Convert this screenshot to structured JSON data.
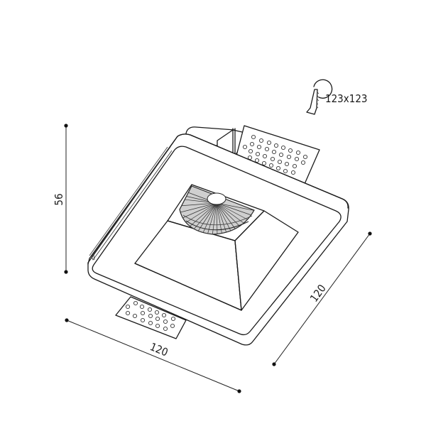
{
  "drawing": {
    "type": "recessed plaster downlight technical drawing",
    "view": "isometric"
  },
  "dimensions": {
    "height": "56",
    "width": "120",
    "depth": "120"
  },
  "cutout": {
    "icon": "ceiling-cutout-saw-icon",
    "label": "123x123"
  },
  "colors": {
    "line": "#1a1a1a",
    "background": "#ffffff"
  }
}
